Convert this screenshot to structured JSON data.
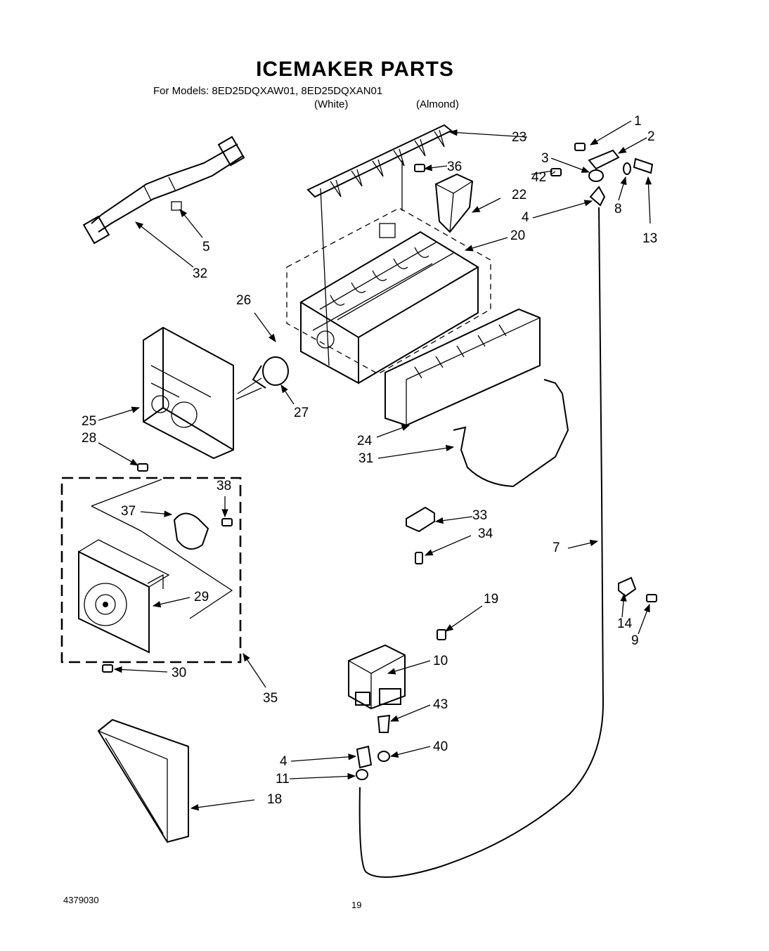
{
  "title": "ICEMAKER PARTS",
  "models_line": "For Models: 8ED25DQXAW01, 8ED25DQXAN01",
  "variants": [
    "(White)",
    "(Almond)"
  ],
  "doc_number": "4379030",
  "page_number": "19",
  "callouts": [
    {
      "id": "c1",
      "label": "1"
    },
    {
      "id": "c2",
      "label": "2"
    },
    {
      "id": "c3",
      "label": "3"
    },
    {
      "id": "c4a",
      "label": "4"
    },
    {
      "id": "c4b",
      "label": "4"
    },
    {
      "id": "c5",
      "label": "5"
    },
    {
      "id": "c7",
      "label": "7"
    },
    {
      "id": "c8",
      "label": "8"
    },
    {
      "id": "c9",
      "label": "9"
    },
    {
      "id": "c10",
      "label": "10"
    },
    {
      "id": "c11",
      "label": "11"
    },
    {
      "id": "c13",
      "label": "13"
    },
    {
      "id": "c14",
      "label": "14"
    },
    {
      "id": "c18",
      "label": "18"
    },
    {
      "id": "c19",
      "label": "19"
    },
    {
      "id": "c20",
      "label": "20"
    },
    {
      "id": "c22",
      "label": "22"
    },
    {
      "id": "c23",
      "label": "23"
    },
    {
      "id": "c24",
      "label": "24"
    },
    {
      "id": "c25",
      "label": "25"
    },
    {
      "id": "c26",
      "label": "26"
    },
    {
      "id": "c27",
      "label": "27"
    },
    {
      "id": "c28",
      "label": "28"
    },
    {
      "id": "c29",
      "label": "29"
    },
    {
      "id": "c30",
      "label": "30"
    },
    {
      "id": "c31",
      "label": "31"
    },
    {
      "id": "c32",
      "label": "32"
    },
    {
      "id": "c33",
      "label": "33"
    },
    {
      "id": "c34",
      "label": "34"
    },
    {
      "id": "c35",
      "label": "35"
    },
    {
      "id": "c36",
      "label": "36"
    },
    {
      "id": "c37",
      "label": "37"
    },
    {
      "id": "c38",
      "label": "38"
    },
    {
      "id": "c40",
      "label": "40"
    },
    {
      "id": "c42",
      "label": "42"
    },
    {
      "id": "c43",
      "label": "43"
    }
  ]
}
